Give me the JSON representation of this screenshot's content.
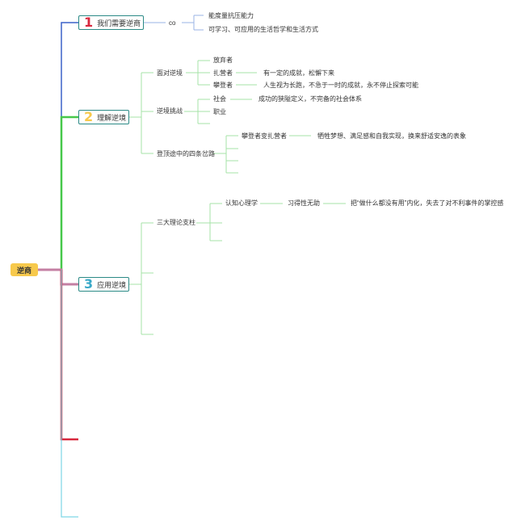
{
  "root": {
    "label": "逆商"
  },
  "colors": {
    "blue": "#3b62c9",
    "green": "#46c84a",
    "pink": "#c47fa3",
    "red": "#d8283e",
    "cyan": "#7dd6e6",
    "light_green": "#a6e3a7",
    "box_border": "#2b8a86",
    "light_blue": "#9ab3e6"
  },
  "sections": [
    {
      "num": "1",
      "label": "我们需要逆商",
      "num_color": "#d8283e",
      "children": [
        {
          "label": "co",
          "children": [
            {
              "label": "能度量抗压能力"
            },
            {
              "label": "可学习、可应用的生活哲学和生活方式"
            }
          ]
        }
      ]
    },
    {
      "num": "2",
      "label": "理解逆境",
      "num_color": "#f7c94c",
      "children": [
        {
          "label": "面对逆境",
          "children": [
            {
              "label": "放弃者"
            },
            {
              "label": "扎营者",
              "detail": "有一定的成就，松懈下来"
            },
            {
              "label": "攀登者",
              "detail": "人生视为长跑，不急于一时的成就，永不停止探索可能"
            }
          ]
        },
        {
          "label": "逆境挑战",
          "children": [
            {
              "label": "社会",
              "detail": "成功的狭隘定义，不完备的社会体系"
            },
            {
              "label": "职业"
            }
          ]
        },
        {
          "label": "登顶途中的四条岔路",
          "children": [
            {
              "label": "攀登者变扎营者",
              "detail": "牺牲梦想、满足感和自我实现，换来舒适安逸的表象"
            }
          ]
        }
      ]
    },
    {
      "num": "3",
      "label": "应用逆境",
      "num_color": "#3aa9c8",
      "children": [
        {
          "label": "三大理论支柱",
          "children": [
            {
              "label": "认知心理学",
              "detail": "习得性无助",
              "detail2": "把“做什么都没有用”内化，失去了对不利事件的掌控感"
            }
          ]
        }
      ]
    }
  ]
}
